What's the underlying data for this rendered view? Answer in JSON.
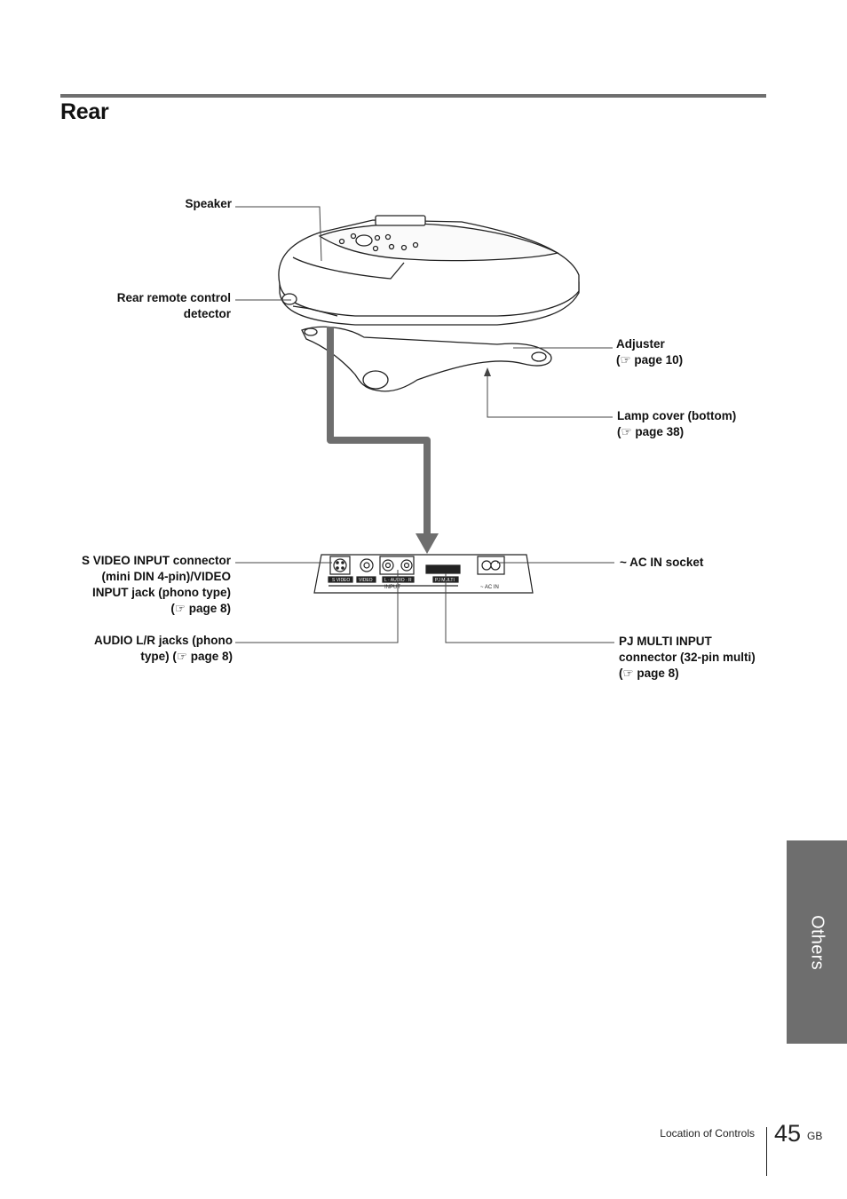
{
  "section": {
    "title": "Rear"
  },
  "labels": {
    "speaker": "Speaker",
    "rear_remote_1": "Rear remote control",
    "rear_remote_2": "detector",
    "adjuster_1": "Adjuster",
    "adjuster_2": "(☞ page 10)",
    "lamp_1": "Lamp cover (bottom)",
    "lamp_2": "(☞ page 38)",
    "svideo_1": "S VIDEO INPUT connector",
    "svideo_2": "(mini DIN 4-pin)/VIDEO",
    "svideo_3": "INPUT jack (phono type)",
    "svideo_4": "(☞ page 8)",
    "audio_1": "AUDIO L/R jacks (phono",
    "audio_2": "type) (☞ page 8)",
    "acin": "~ AC IN socket",
    "pj_1": "PJ MULTI INPUT",
    "pj_2": "connector (32-pin multi)",
    "pj_3": "(☞ page 8)"
  },
  "panel": {
    "svideo": "S VIDEO",
    "video": "VIDEO",
    "audio": "L · AUDIO · R",
    "input": "INPUT",
    "pj": "PJ MULTI",
    "acin": "~ AC IN"
  },
  "side_tab": {
    "label": "Others"
  },
  "footer": {
    "section_name": "Location of Controls",
    "page_number": "45",
    "page_suffix": "GB"
  }
}
